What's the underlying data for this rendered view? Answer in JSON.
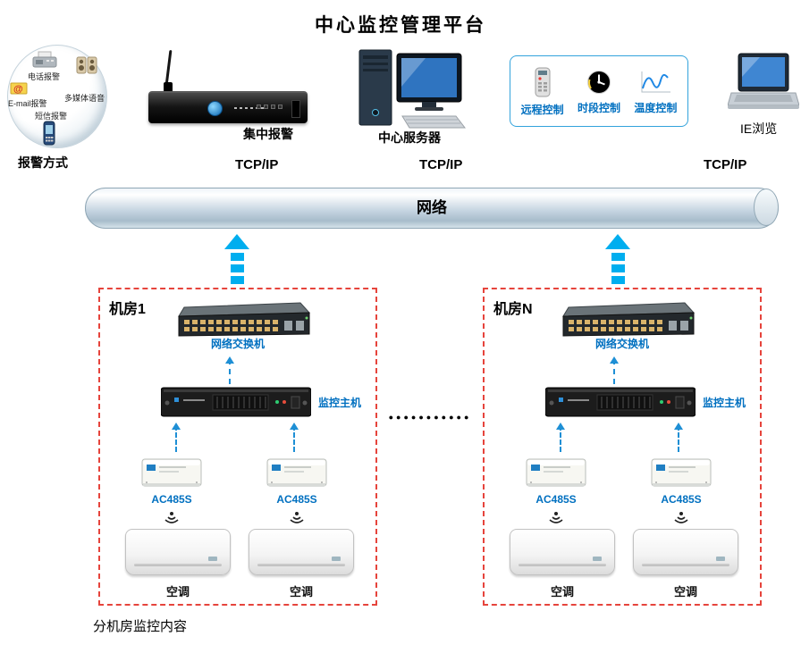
{
  "title": "中心监控管理平台",
  "alarm": {
    "caption": "报警方式",
    "items": {
      "phone": "电话报警",
      "email": "E-mail报警",
      "media": "多媒体语音",
      "sms": "短信报警"
    }
  },
  "top_devices": {
    "central_alarm": "集中报警",
    "server": "中心服务器",
    "browser": "IE浏览"
  },
  "controls": {
    "remote": "远程控制",
    "schedule": "时段控制",
    "temperature": "温度控制"
  },
  "network": {
    "label": "网络",
    "protocol": "TCP/IP"
  },
  "rooms": [
    {
      "name": "机房1",
      "switch_label": "网络交换机",
      "host_label": "监控主机",
      "module_label": "AC485S",
      "ac_label": "空调"
    },
    {
      "name": "机房N",
      "switch_label": "网络交换机",
      "host_label": "监控主机",
      "module_label": "AC485S",
      "ac_label": "空调"
    }
  ],
  "separator_dots": "●●●●●●●●●●●",
  "footer": "分机房监控内容",
  "icons": {
    "alarm_circle": [
      "fax-icon",
      "speaker-icon",
      "email-icon",
      "mobile-icon"
    ],
    "controls": [
      "remote-icon",
      "clock-icon",
      "temp-curve-icon"
    ]
  },
  "colors": {
    "label_blue": "#0070c0",
    "arrow_blue": "#00aeef",
    "dashed_arrow_blue": "#1e8fd5",
    "room_border_red": "#e6443c",
    "controls_border_blue": "#33a3dc"
  }
}
